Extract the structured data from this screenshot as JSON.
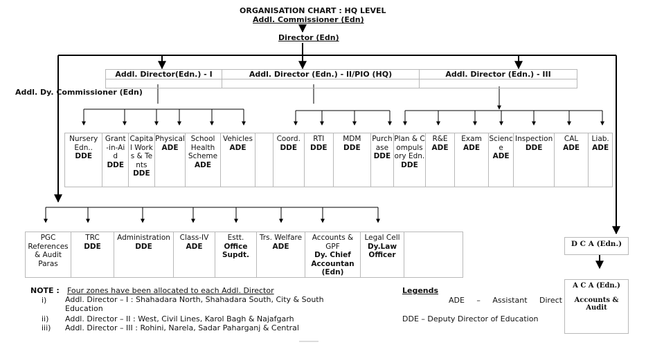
{
  "title": "ORGANISATION CHART : HQ LEVEL",
  "commissioner": "Addl. Commissioner (Edn)",
  "director": "Director (Edn)",
  "addl_directors": [
    "Addl. Director(Edn.) - I",
    "Addl. Director (Edn.) - II/PIO (HQ)",
    "Addl. Director (Edn.) - III"
  ],
  "dy_commissioner": "Addl. Dy. Commissioner (Edn)",
  "branches_1": [
    {
      "name": "Nursery Edn..",
      "officer": "DDE"
    },
    {
      "name": "Grant-in-Aid",
      "officer": "DDE"
    },
    {
      "name": "Capital Works & Tents",
      "officer": "DDE"
    },
    {
      "name": "Physical",
      "officer": "ADE"
    },
    {
      "name": "School Health Scheme",
      "officer": "ADE"
    },
    {
      "name": "Vehicles",
      "officer": "ADE"
    }
  ],
  "branches_2": [
    {
      "name": "Coord.",
      "officer": "DDE"
    },
    {
      "name": "RTI",
      "officer": "DDE"
    },
    {
      "name": "MDM",
      "officer": "DDE"
    },
    {
      "name": "Purchase",
      "officer": "DDE"
    }
  ],
  "branches_3": [
    {
      "name": "Plan & Compulsory Edn.",
      "officer": "DDE"
    },
    {
      "name": "R&E",
      "officer": "ADE"
    },
    {
      "name": "Exam",
      "officer": "ADE"
    },
    {
      "name": "Science",
      "officer": "ADE"
    },
    {
      "name": "Inspection",
      "officer": "DDE"
    },
    {
      "name": "CAL",
      "officer": "ADE"
    },
    {
      "name": "Liab.",
      "officer": "ADE"
    }
  ],
  "dy_branches": [
    {
      "name": "PGC References & Audit Paras",
      "officer": ""
    },
    {
      "name": "TRC",
      "officer": "DDE"
    },
    {
      "name": "Administration",
      "officer": "DDE"
    },
    {
      "name": "Class-IV",
      "officer": "ADE"
    },
    {
      "name": "Estt.",
      "officer": "Office Supdt."
    },
    {
      "name": "Trs. Welfare",
      "officer": "ADE"
    },
    {
      "name": "Accounts & GPF",
      "officer": "Dy. Chief Accountan (Edn)"
    },
    {
      "name": "Legal Cell",
      "officer": "Dy.Law Officer"
    }
  ],
  "dca": "D C A (Edn.)",
  "aca": {
    "title": "A C A  (Edn.)",
    "sub": "Accounts & Audit"
  },
  "note": {
    "label": "NOTE :",
    "heading": "Four zones have been allocated to each Addl. Director",
    "items": [
      {
        "num": "i)",
        "text": "Addl. Director – I :  Shahadara North, Shahadara South, City & South Education"
      },
      {
        "num": "ii)",
        "text": "Addl. Director – II : West, Civil Lines, Karol Bagh & Najafgarh"
      },
      {
        "num": "iii)",
        "text": "Addl. Director  – III  : Rohini, Narela, Sadar Paharganj & Central"
      }
    ]
  },
  "legends": {
    "title": "Legends",
    "ade": "ADE     –     Assistant     Director",
    "dde": "DDE – Deputy Director of Education"
  }
}
